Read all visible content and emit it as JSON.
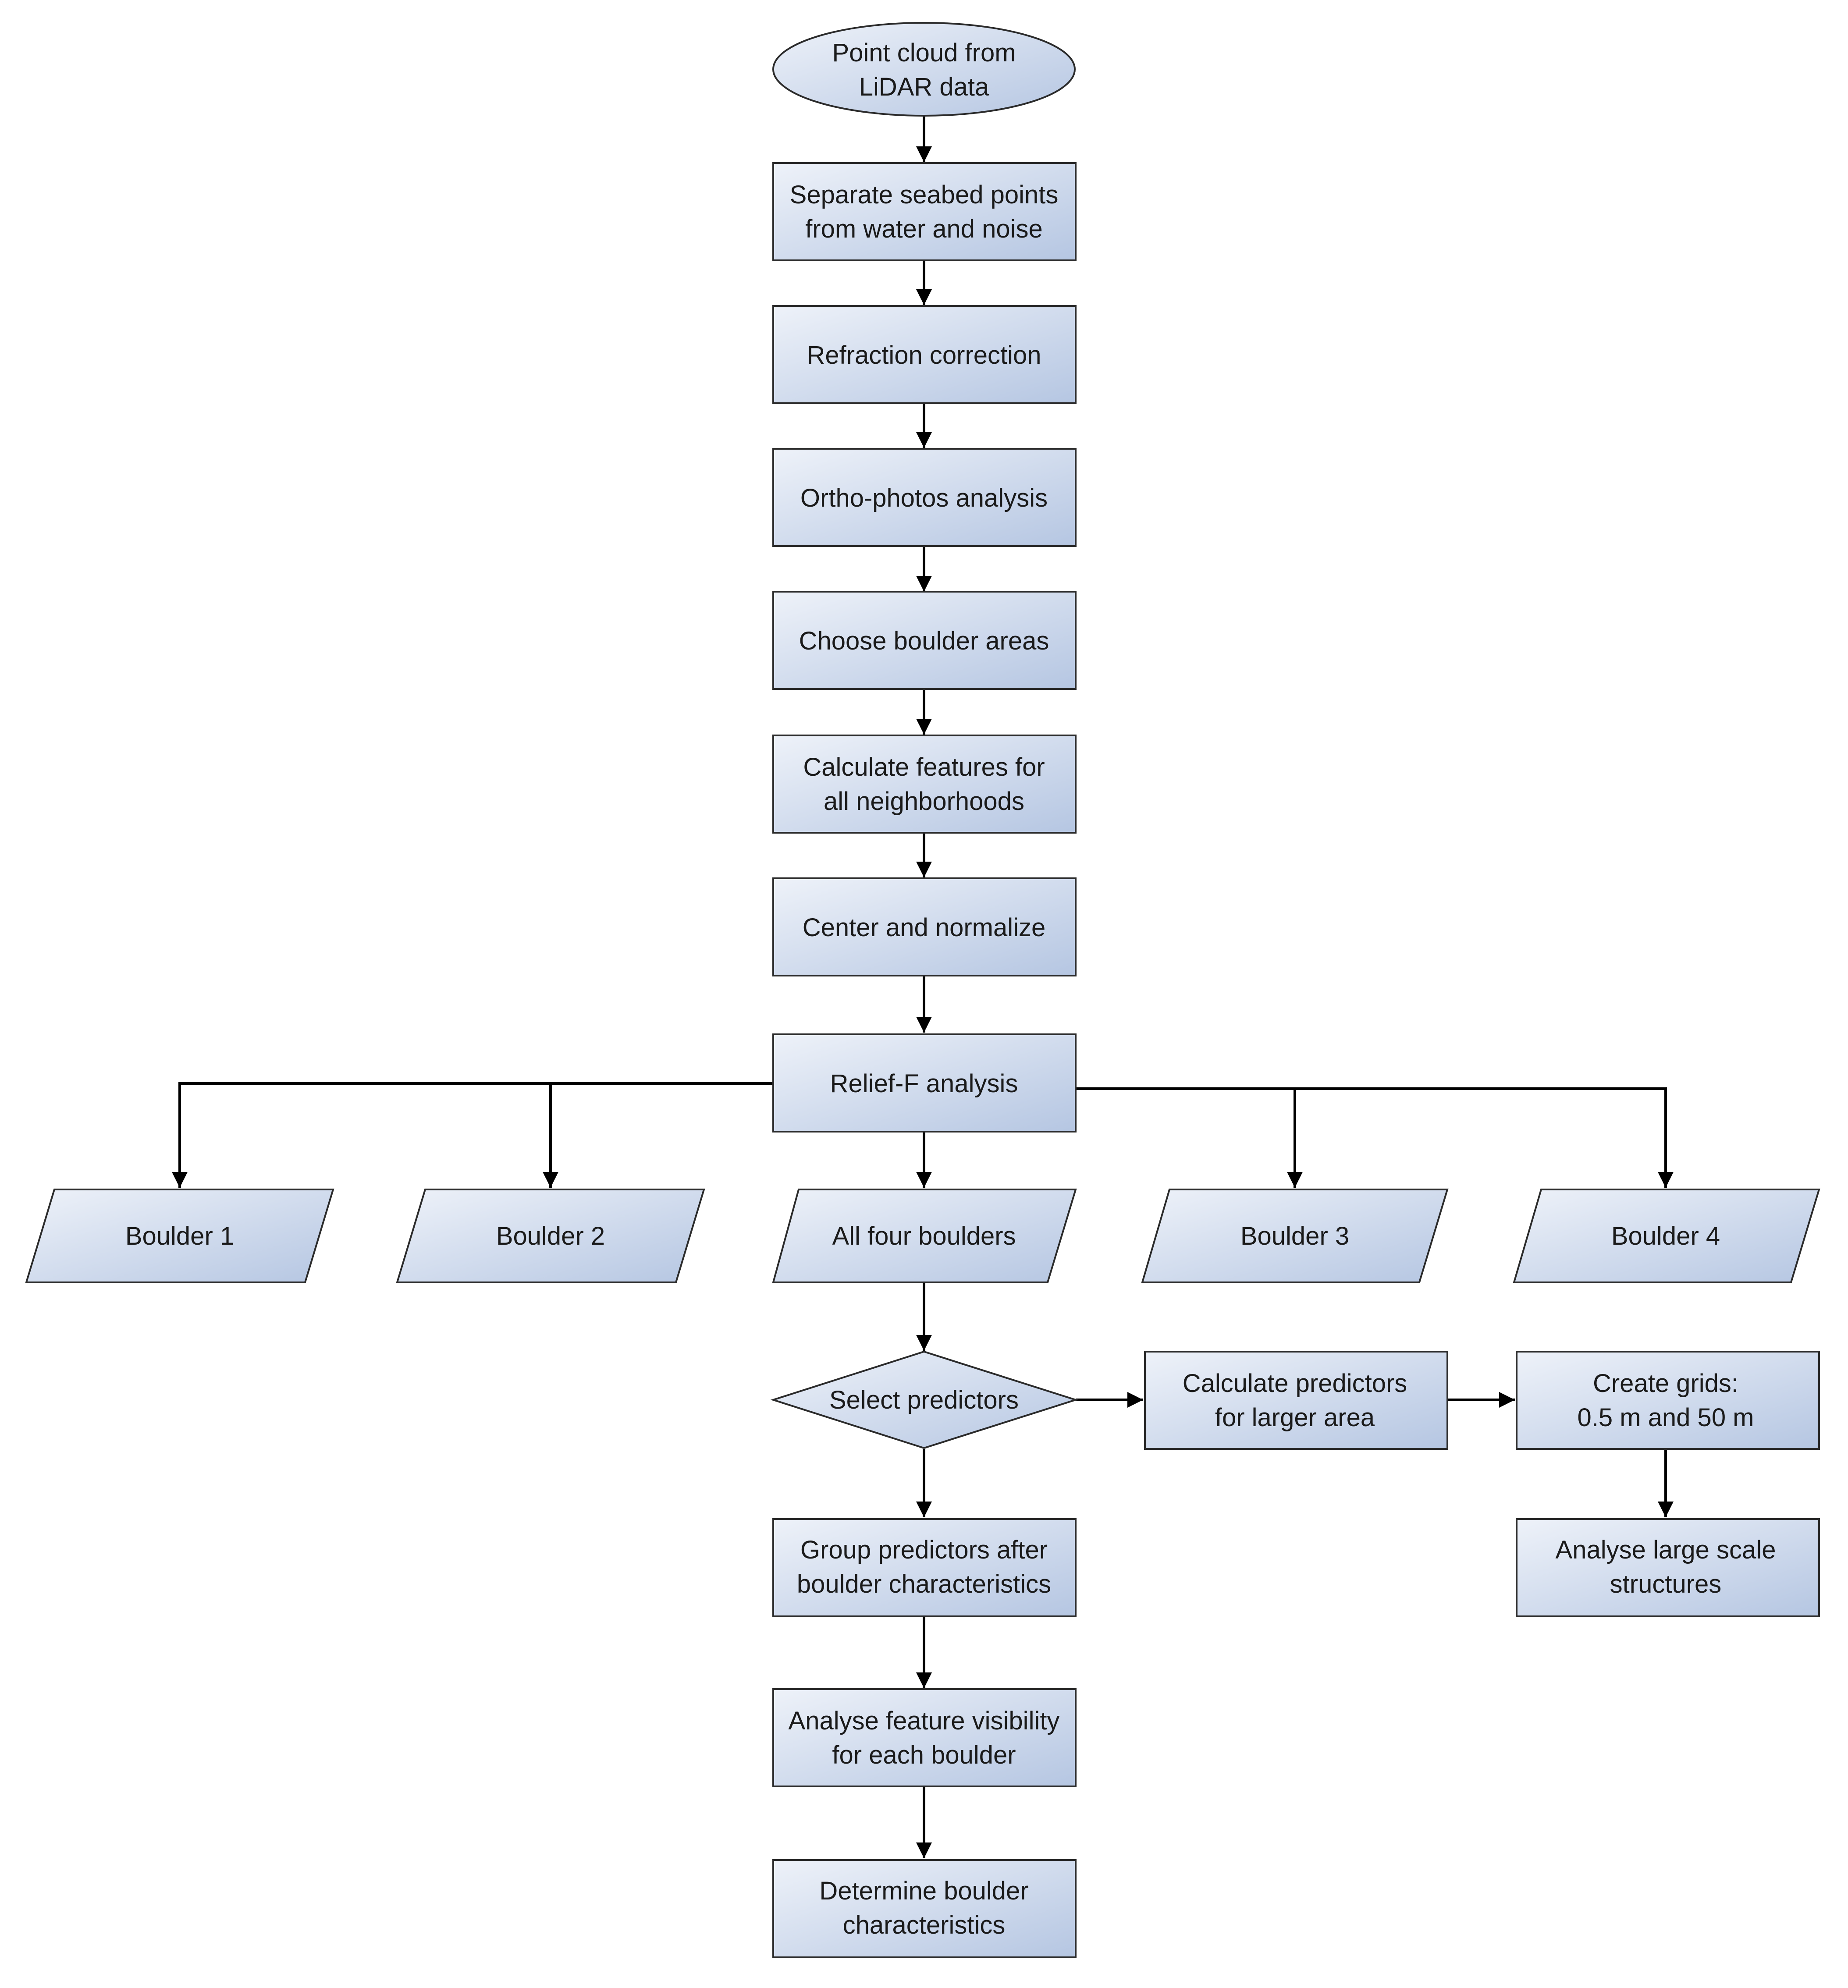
{
  "nodes": {
    "n01": {
      "lines": [
        "Point cloud from",
        "LiDAR data"
      ]
    },
    "n02": {
      "lines": [
        "Separate seabed points",
        "from water and noise"
      ]
    },
    "n03": {
      "lines": [
        "Refraction correction"
      ]
    },
    "n04": {
      "lines": [
        "Ortho-photos analysis"
      ]
    },
    "n05": {
      "lines": [
        "Choose boulder areas"
      ]
    },
    "n06": {
      "lines": [
        "Calculate features for",
        "all neighborhoods"
      ]
    },
    "n07": {
      "lines": [
        "Center and normalize"
      ]
    },
    "n08": {
      "lines": [
        "Relief-F analysis"
      ]
    },
    "n09": {
      "lines": [
        "Boulder 1"
      ]
    },
    "n10": {
      "lines": [
        "Boulder 2"
      ]
    },
    "n11": {
      "lines": [
        "All four boulders"
      ]
    },
    "n12": {
      "lines": [
        "Boulder 3"
      ]
    },
    "n13": {
      "lines": [
        "Boulder 4"
      ]
    },
    "n14": {
      "lines": [
        "Select predictors"
      ]
    },
    "n15": {
      "lines": [
        "Calculate predictors",
        "for larger area"
      ]
    },
    "n16": {
      "lines": [
        "Create grids:",
        "0.5 m and 50 m"
      ]
    },
    "n17": {
      "lines": [
        "Group predictors after",
        "boulder characteristics"
      ]
    },
    "n18": {
      "lines": [
        "Analyse large scale",
        "structures"
      ]
    },
    "n19": {
      "lines": [
        "Analyse feature visibility",
        "for each boulder"
      ]
    },
    "n20": {
      "lines": [
        "Determine boulder",
        "characteristics"
      ]
    }
  },
  "edges": [
    {
      "from": "n01",
      "to": "n02"
    },
    {
      "from": "n02",
      "to": "n03"
    },
    {
      "from": "n03",
      "to": "n04"
    },
    {
      "from": "n04",
      "to": "n05"
    },
    {
      "from": "n05",
      "to": "n06"
    },
    {
      "from": "n06",
      "to": "n07"
    },
    {
      "from": "n07",
      "to": "n08"
    },
    {
      "from": "n08",
      "to": "n09"
    },
    {
      "from": "n08",
      "to": "n10"
    },
    {
      "from": "n08",
      "to": "n11"
    },
    {
      "from": "n08",
      "to": "n12"
    },
    {
      "from": "n08",
      "to": "n13"
    },
    {
      "from": "n11",
      "to": "n14"
    },
    {
      "from": "n14",
      "to": "n15"
    },
    {
      "from": "n15",
      "to": "n16"
    },
    {
      "from": "n16",
      "to": "n18"
    },
    {
      "from": "n14",
      "to": "n17"
    },
    {
      "from": "n17",
      "to": "n19"
    },
    {
      "from": "n19",
      "to": "n20"
    }
  ],
  "colors": {
    "fill_light": "#eef2f9",
    "fill_dark": "#b5c6e2",
    "stroke": "#2b2b2b",
    "text": "#1a1a1a",
    "connector": "#000000"
  }
}
